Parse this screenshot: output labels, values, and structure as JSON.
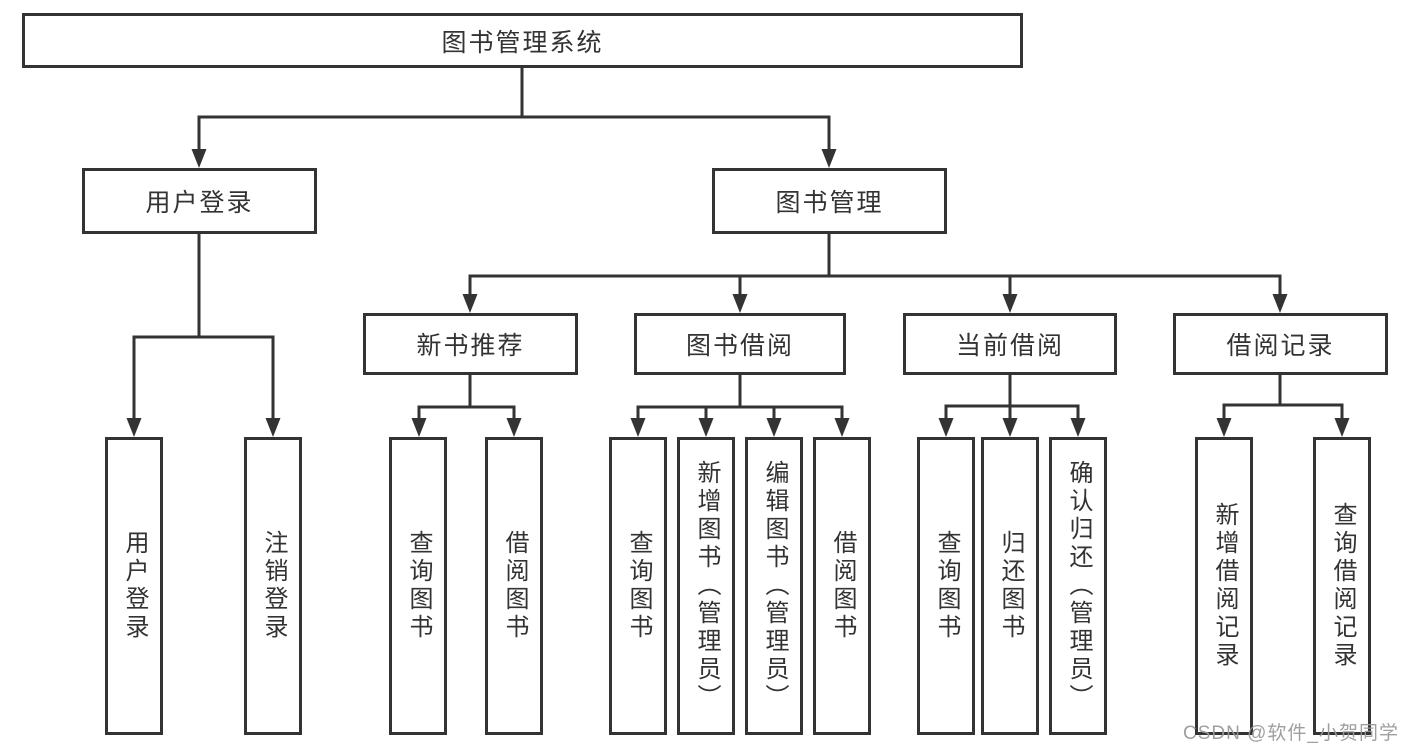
{
  "diagram": {
    "type": "tree",
    "root": {
      "label": "图书管理系统"
    },
    "level2": [
      {
        "label": "用户登录"
      },
      {
        "label": "图书管理"
      }
    ],
    "level3": [
      {
        "label": "新书推荐",
        "parent": "图书管理"
      },
      {
        "label": "图书借阅",
        "parent": "图书管理"
      },
      {
        "label": "当前借阅",
        "parent": "图书管理"
      },
      {
        "label": "借阅记录",
        "parent": "图书管理"
      }
    ],
    "leaves": [
      {
        "label": "用户登录",
        "parent": "用户登录"
      },
      {
        "label": "注销登录",
        "parent": "用户登录"
      },
      {
        "label": "查询图书",
        "parent": "新书推荐"
      },
      {
        "label": "借阅图书",
        "parent": "新书推荐"
      },
      {
        "label": "查询图书",
        "parent": "图书借阅"
      },
      {
        "label": "新增图书（管理员）",
        "parent": "图书借阅"
      },
      {
        "label": "编辑图书（管理员）",
        "parent": "图书借阅"
      },
      {
        "label": "借阅图书",
        "parent": "图书借阅"
      },
      {
        "label": "查询图书",
        "parent": "当前借阅"
      },
      {
        "label": "归还图书",
        "parent": "当前借阅"
      },
      {
        "label": "确认归还（管理员）",
        "parent": "当前借阅"
      },
      {
        "label": "新增借阅记录",
        "parent": "借阅记录"
      },
      {
        "label": "查询借阅记录",
        "parent": "借阅记录"
      }
    ]
  },
  "watermark": {
    "text": "CSDN @软件_小贺同学"
  },
  "colors": {
    "line": "#333333",
    "text": "#333333",
    "box_background": "#ffffff",
    "watermark": "#9a9a9a"
  }
}
